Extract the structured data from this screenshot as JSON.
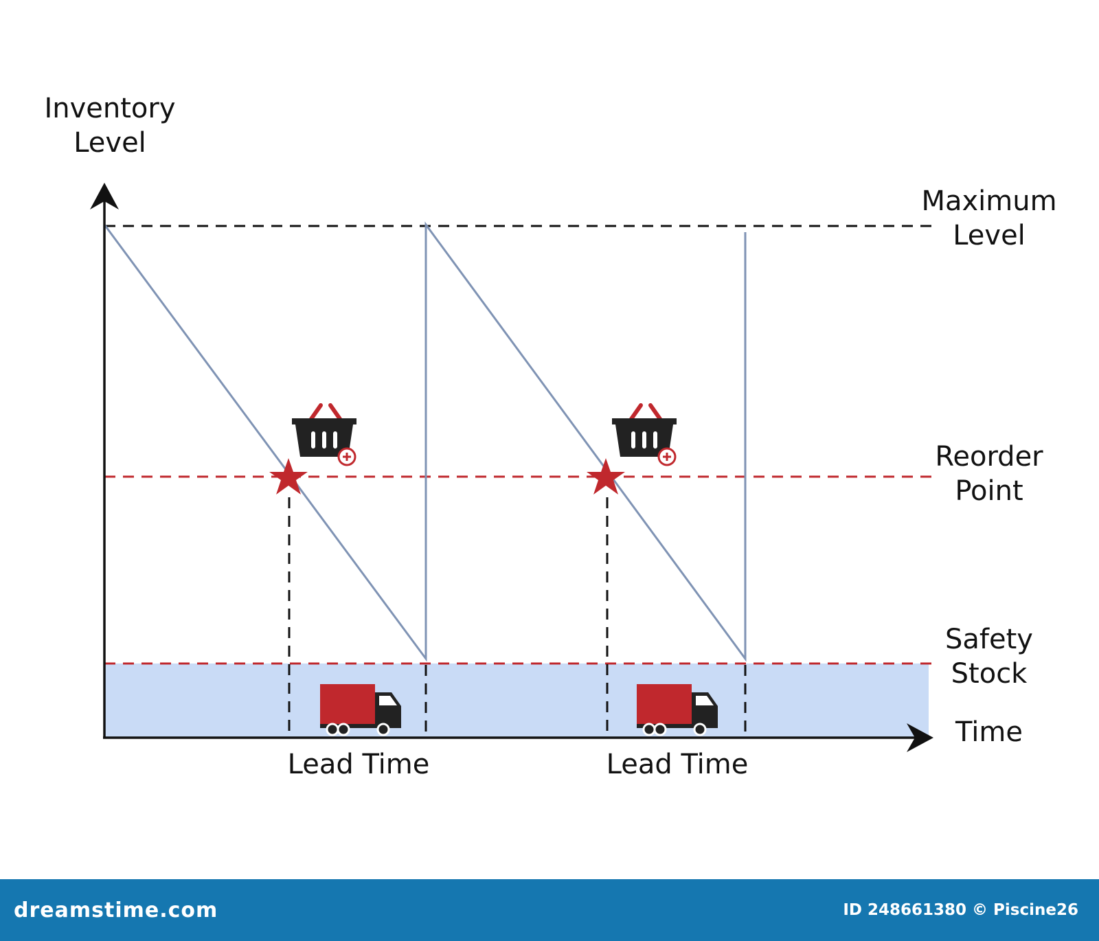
{
  "labels": {
    "y_axis": [
      "Inventory",
      "Level"
    ],
    "maximum_level": [
      "Maximum",
      "Level"
    ],
    "reorder_point": [
      "Reorder",
      "Point"
    ],
    "safety_stock": [
      "Safety",
      "Stock"
    ],
    "x_axis": "Time",
    "lead_time_1": "Lead Time",
    "lead_time_2": "Lead Time"
  },
  "footer": {
    "brand": "dreamstime.com",
    "credit": "ID 248661380 © Piscine26"
  },
  "colors": {
    "sawtooth": "#7f93b4",
    "reorder_line": "#c0282d",
    "safety_fill": "#c9dbf6",
    "truck_cargo": "#c0282d",
    "truck_cab": "#222222",
    "star": "#c0282d",
    "footer_bg": "#1577b0"
  },
  "icons": [
    "shopping-basket-add-icon",
    "delivery-truck-icon",
    "reorder-star-icon"
  ]
}
